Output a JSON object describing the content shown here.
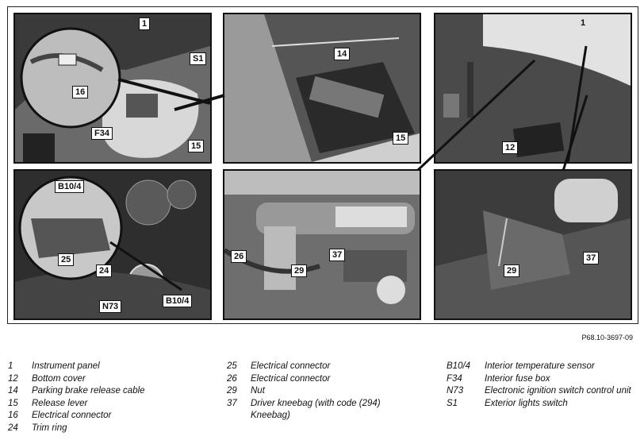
{
  "figure": {
    "reference": "P68.10-3697-09",
    "panels": [
      {
        "id": "p1",
        "callouts": [
          "1",
          "S1",
          "16",
          "F34",
          "15"
        ]
      },
      {
        "id": "p2",
        "callouts": [
          "14",
          "15"
        ]
      },
      {
        "id": "p3",
        "callouts": [
          "1",
          "12"
        ]
      },
      {
        "id": "p4",
        "callouts": [
          "B10/4",
          "25",
          "24",
          "N73",
          "B10/4"
        ]
      },
      {
        "id": "p5",
        "callouts": [
          "26",
          "37",
          "29"
        ]
      },
      {
        "id": "p6",
        "callouts": [
          "29",
          "37"
        ]
      }
    ]
  },
  "legend": {
    "col1": [
      {
        "key": "1",
        "text": "Instrument panel"
      },
      {
        "key": "12",
        "text": "Bottom cover"
      },
      {
        "key": "14",
        "text": "Parking brake release cable"
      },
      {
        "key": "15",
        "text": "Release lever"
      },
      {
        "key": "16",
        "text": "Electrical connector"
      },
      {
        "key": "24",
        "text": "Trim ring"
      }
    ],
    "col2": [
      {
        "key": "25",
        "text": "Electrical connector"
      },
      {
        "key": "26",
        "text": "Electrical connector"
      },
      {
        "key": "29",
        "text": "Nut"
      },
      {
        "key": "37",
        "text": "Driver kneebag (with code (294) Kneebag)"
      }
    ],
    "col3": [
      {
        "key": "B10/4",
        "text": "Interior temperature sensor"
      },
      {
        "key": "F34",
        "text": "Interior fuse box"
      },
      {
        "key": "N73",
        "text": "Electronic ignition switch control unit"
      },
      {
        "key": "S1",
        "text": "Exterior lights switch"
      }
    ]
  }
}
